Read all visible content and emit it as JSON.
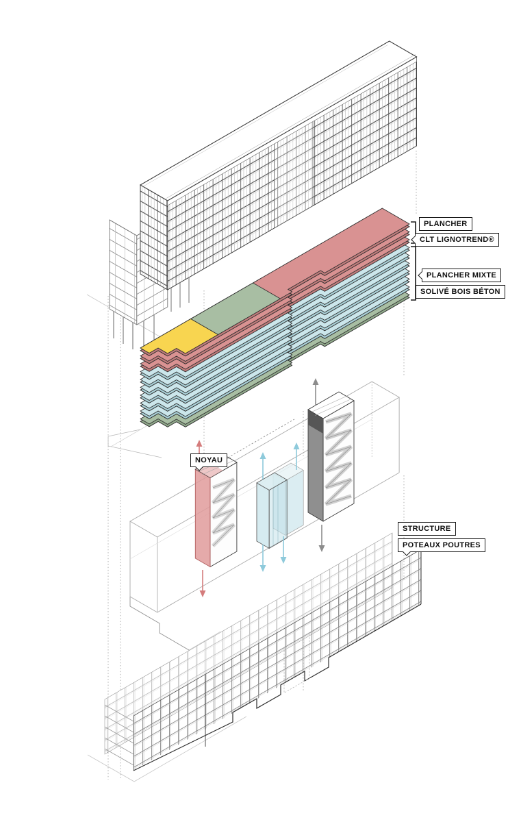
{
  "diagram": {
    "kind": "exploded axonometric construction diagram",
    "background": "#ffffff"
  },
  "annotations": {
    "plancher": "PLANCHER",
    "clt_lignotrend": "CLT LIGNOTREND®",
    "plancher_mixte": "PLANCHER MIXTE",
    "solive_bois_beton": "SOLIVÉ BOIS BÉTON",
    "noyau": "NOYAU",
    "structure": "STRUCTURE",
    "poteaux_poutres": "POTEAUX POUTRES"
  },
  "floor_plates": {
    "stack_top_to_bottom": [
      "red+green+yellow",
      "red",
      "red",
      "blue",
      "blue",
      "blue",
      "blue",
      "blue",
      "blue",
      "green"
    ]
  },
  "cores": {
    "order_left_to_right": [
      "red",
      "blue",
      "gray"
    ]
  },
  "colors": {
    "ink": "#161616",
    "slabRed": "#D99292",
    "slabRedSide": "#C07C7C",
    "slabBlue": "#CBE6EB",
    "slabBlueSide": "#A9CFD6",
    "slabGreen": "#A8BEA3",
    "slabGreenSide": "#90A98B",
    "slabYellow": "#F8D550",
    "slabYellowSide": "#DDBA3E",
    "coreRed": "#E09B9B",
    "coreRedEdge": "#B35F5F",
    "coreBlue": "#BFE0E8",
    "coreBlueEdge": "#5E93A6",
    "coreGray": "#8F8F8F",
    "coreGrayDark": "#565656",
    "arrowRed": "#D47C7C",
    "arrowBlue": "#8ECADB",
    "arrowGray": "#8C8C8C"
  }
}
